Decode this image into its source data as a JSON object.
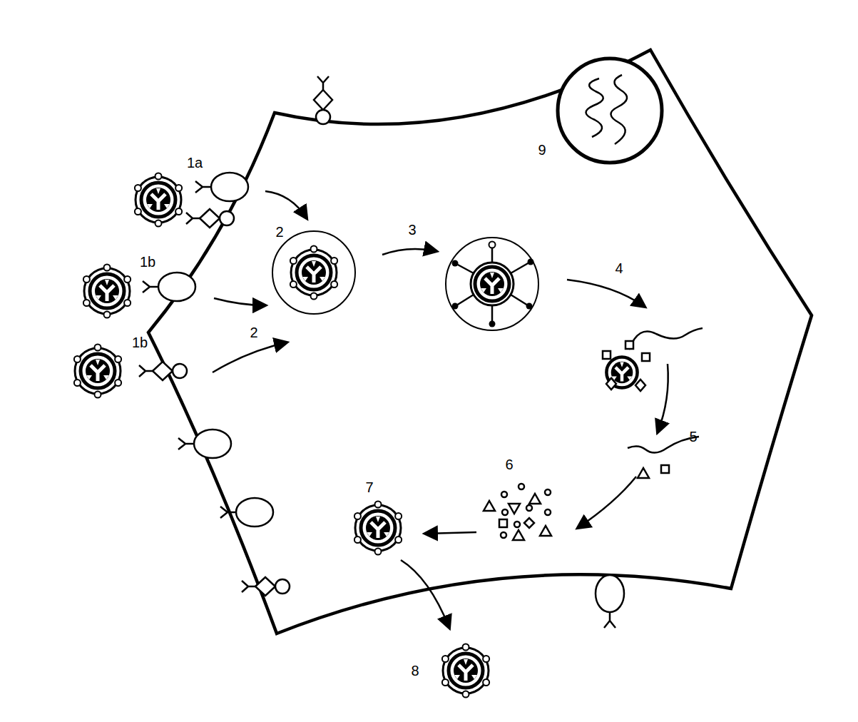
{
  "diagram": {
    "labels": [
      "9",
      "1a",
      "2",
      "3",
      "4",
      "1b",
      "2",
      "1b",
      "5",
      "6",
      "7",
      "8"
    ]
  }
}
